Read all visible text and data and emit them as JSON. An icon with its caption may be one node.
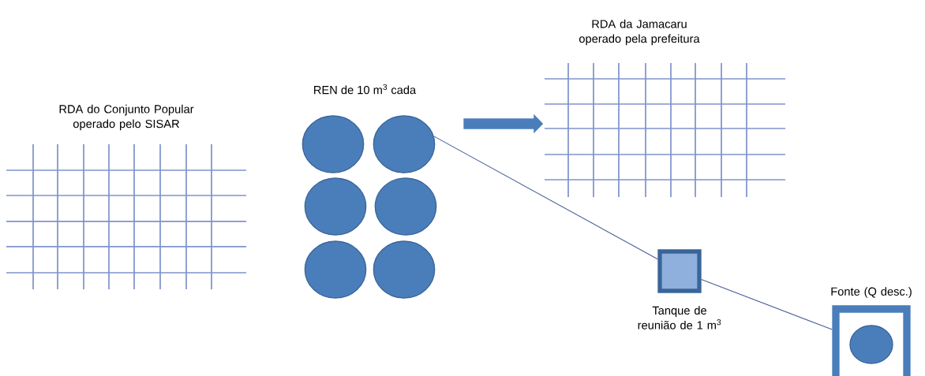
{
  "diagram": {
    "nodes": [
      {
        "text": [
          "RDA do Conjunto Popular operado pelo SISAR"
        ]
      },
      {
        "text": [
          "RDA da Jamacaru operado pela prefeitura"
        ]
      },
      {
        "text": [],
        "shape": "circle"
      },
      {
        "text": [],
        "shape": "circle"
      },
      {
        "text": [],
        "shape": "circle"
      },
      {
        "text": [],
        "shape": "circle"
      },
      {
        "text": [],
        "shape": "circle"
      },
      {
        "text": [],
        "shape": "circle"
      },
      {
        "text": [
          "Tanque  de reunião de 1 m$^{3}$"
        ]
      },
      {
        "text": [
          "Fonte (Q desc.)"
        ]
      },
      {
        "text": [],
        "shape": "circle",
        "in": 9
      }
    ],
    "edges": [
      {
        "from": 3,
        "to": 1,
        "arrow": "to",
        "style": "thick"
      },
      {
        "from": 3,
        "to": 8,
        "arrow": "none"
      },
      {
        "from": 8,
        "to": 9,
        "arrow": "none"
      }
    ],
    "labels": [
      "REN de 10 m$^{3}$ cada"
    ]
  }
}
